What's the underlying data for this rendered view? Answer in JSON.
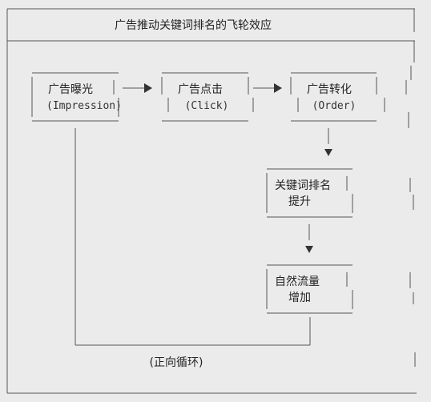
{
  "diagram": {
    "title": "广告推动关键词排名的飞轮效应",
    "nodes": {
      "impression": {
        "cn": "广告曝光",
        "en": "(Impression)"
      },
      "click": {
        "cn": "广告点击",
        "en": "(Click)"
      },
      "order": {
        "cn": "广告转化",
        "en": "(Order)"
      },
      "ranking": {
        "line1": "关键词排名",
        "line2": "提升"
      },
      "traffic": {
        "line1": "自然流量",
        "line2": "增加"
      }
    },
    "loop_label": "(正向循环)",
    "colors": {
      "background": "#ebebeb",
      "line": "#555555",
      "text": "#222222"
    }
  }
}
